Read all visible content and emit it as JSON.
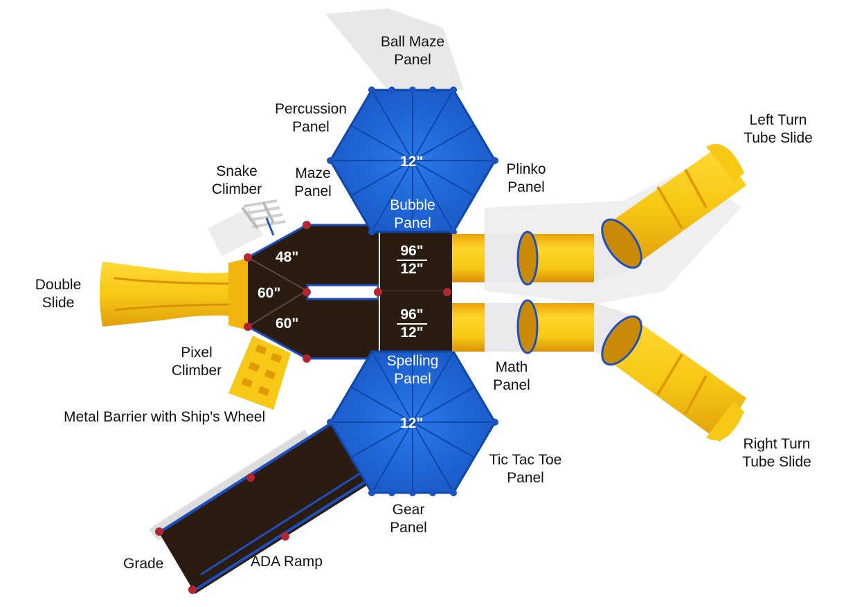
{
  "diagram": {
    "colors": {
      "roof_blue": "#1a63d6",
      "roof_dark": "#0f47a8",
      "slide_yellow": "#f7c815",
      "slide_shade": "#e09a08",
      "deck_brown": "#2a1c10",
      "post_red": "#b3262e",
      "rail_blue": "#1f4fbf",
      "shadow_grey": "#e6e6e6"
    },
    "labels": {
      "ball_maze": [
        "Ball Maze",
        "Panel"
      ],
      "percussion": [
        "Percussion",
        "Panel"
      ],
      "left_turn_slide": [
        "Left Turn",
        "Tube Slide"
      ],
      "snake_climber": [
        "Snake",
        "Climber"
      ],
      "maze_panel": [
        "Maze",
        "Panel"
      ],
      "plinko": [
        "Plinko",
        "Panel"
      ],
      "bubble": [
        "Bubble",
        "Panel"
      ],
      "double_slide": [
        "Double",
        "Slide"
      ],
      "pixel_climber": [
        "Pixel",
        "Climber"
      ],
      "spelling": [
        "Spelling",
        "Panel"
      ],
      "math": [
        "Math",
        "Panel"
      ],
      "metal_barrier": "Metal Barrier with Ship's Wheel",
      "right_turn_slide": [
        "Right Turn",
        "Tube Slide"
      ],
      "tic_tac_toe": [
        "Tic Tac Toe",
        "Panel"
      ],
      "gear": [
        "Gear",
        "Panel"
      ],
      "grade": "Grade",
      "ada_ramp": "ADA Ramp"
    },
    "dimensions": {
      "roof_top": "12\"",
      "roof_bottom": "12\"",
      "deck_48": "48\"",
      "deck_60a": "60\"",
      "deck_60b": "60\"",
      "deck_96_top": {
        "num": "96\"",
        "den": "12\""
      },
      "deck_96_bottom": {
        "num": "96\"",
        "den": "12\""
      }
    }
  }
}
